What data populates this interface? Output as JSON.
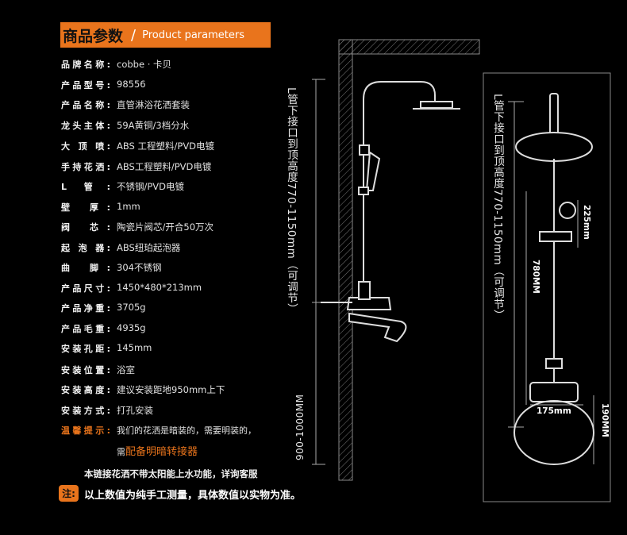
{
  "header": {
    "title_zh": "商品参数",
    "separator": "/",
    "title_en": "Product parameters"
  },
  "params": [
    {
      "label": "品牌名称:",
      "value": "cobbe · 卡贝"
    },
    {
      "label": "产品型号:",
      "value": "98556"
    },
    {
      "label": "产品名称:",
      "value": "直管淋浴花洒套装"
    },
    {
      "label": "龙头主体:",
      "value": "59A黄铜/3档分水"
    },
    {
      "label": "大 顶 喷:",
      "value": "ABS 工程塑料/PVD电镀"
    },
    {
      "label": "手持花洒:",
      "value": "ABS工程塑料/PVD电镀"
    },
    {
      "label": "L 管:",
      "value": "不锈钢/PVD电镀"
    },
    {
      "label": "壁 厚:",
      "value": "1mm"
    },
    {
      "label": "阀 芯:",
      "value": "陶瓷片阀芯/开合50万次"
    },
    {
      "label": "起 泡 器:",
      "value": "ABS纽珀起泡器"
    },
    {
      "label": "曲 脚:",
      "value": "304不锈钢"
    },
    {
      "label": "产品尺寸:",
      "value": "1450*480*213mm"
    },
    {
      "label": "产品净重:",
      "value": "3705g"
    },
    {
      "label": "产品毛重:",
      "value": "4935g"
    },
    {
      "label": "安装孔距:",
      "value": "145mm"
    },
    {
      "label": "安装位置:",
      "value": "浴室"
    },
    {
      "label": "安装高度:",
      "value": "建议安装距地950mm上下"
    },
    {
      "label": "安装方式:",
      "value": "打孔安装"
    }
  ],
  "warning": {
    "label": "温馨提示:",
    "line1": "我们的花洒是暗装的，需要明装的，",
    "line2_prefix": "需",
    "line2_highlight": "配备明暗转接器"
  },
  "notice": "本链接花洒不带太阳能上水功能，详询客服",
  "note": {
    "badge": "注:",
    "text": "以上数值为纯手工测量，具体数值以实物为准。"
  },
  "diagram_left": {
    "height_label": "L管下接口到顶高度770-1150mm（可调节）",
    "bottom_dim": "900-1000MM"
  },
  "diagram_right": {
    "height_label": "L管下接口到顶高度770-1150mm（可调节）",
    "dim_225": "225mm",
    "dim_780": "780MM",
    "dim_175": "175mm",
    "dim_190": "190MM"
  },
  "colors": {
    "accent": "#e9741c",
    "background": "#000000",
    "text": "#e8e8e8"
  }
}
